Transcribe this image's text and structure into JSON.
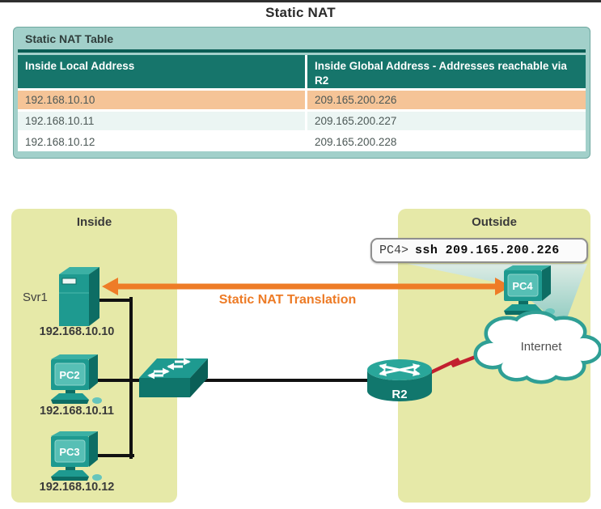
{
  "page": {
    "title": "Static NAT"
  },
  "nat_table": {
    "title": "Static NAT Table",
    "columns": {
      "local": "Inside Local Address",
      "global": "Inside Global Address - Addresses reachable via R2"
    },
    "rows": [
      {
        "local": "192.168.10.10",
        "global": "209.165.200.226",
        "highlighted": true
      },
      {
        "local": "192.168.10.11",
        "global": "209.165.200.227",
        "highlighted": false
      },
      {
        "local": "192.168.10.12",
        "global": "209.165.200.228",
        "highlighted": false
      }
    ]
  },
  "diagram": {
    "zones": {
      "inside": "Inside",
      "outside": "Outside"
    },
    "devices": {
      "server": {
        "label": "Svr1",
        "ip": "192.168.10.10",
        "icon": "server-icon"
      },
      "pc2": {
        "label": "PC2",
        "ip": "192.168.10.11",
        "icon": "pc-icon"
      },
      "pc3": {
        "label": "PC3",
        "ip": "192.168.10.12",
        "icon": "pc-icon"
      },
      "pc4": {
        "label": "PC4",
        "icon": "pc-icon"
      },
      "router": {
        "label": "R2",
        "icon": "router-icon"
      },
      "switch": {
        "icon": "switch-icon"
      },
      "internet": {
        "label": "Internet",
        "icon": "cloud-icon"
      }
    },
    "callout": {
      "prompt": "PC4>",
      "command": "ssh 209.165.200.226"
    },
    "translation_arrow": {
      "label": "Static NAT Translation"
    },
    "link_flash": "lightning-bolt-icon"
  },
  "colors": {
    "teal_header": "#16756b",
    "table_band": "#a2d0ca",
    "separator": "#0b5e55",
    "row_highlight": "#f5c497",
    "row_alt": "#ebf5f3",
    "zone_bg": "#e6e9a8",
    "device_teal": "#1e9a90",
    "device_teal_dark": "#0d6d64",
    "device_teal_light": "#3bb0a4",
    "arrow_orange": "#ee7c27",
    "link_red": "#c2202f",
    "cloud_stroke": "#2f9f95"
  }
}
